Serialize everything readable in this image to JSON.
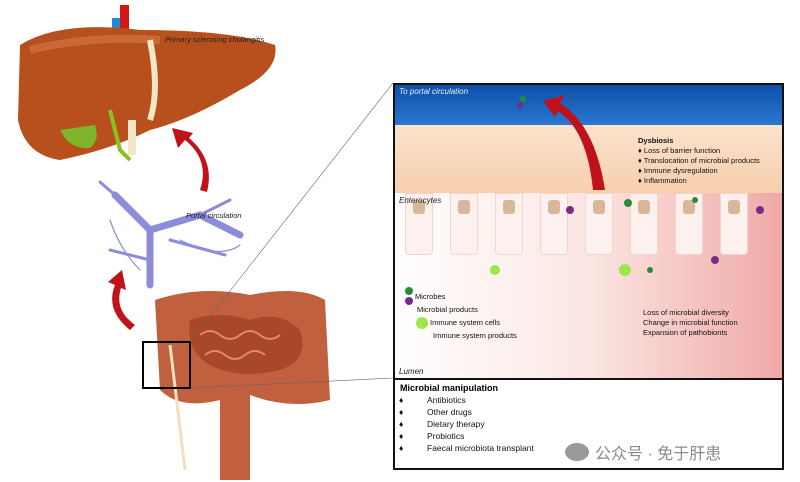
{
  "labels": {
    "psc": "Primary sclerosing cholangitis",
    "portal": "Portal circulation",
    "to_portal": "To portal circulation",
    "enterocytes": "Enterocytes",
    "lumen": "Lumen"
  },
  "dysbiosis": {
    "title": "Dysbiosis",
    "items": [
      "Loss of barrier function",
      "Translocation of microbial products",
      "Immune dysregulation",
      "Inflammation"
    ]
  },
  "legend": [
    "Microbes",
    "Microbial products",
    "Immune system cells",
    "Immune system products"
  ],
  "microbial_changes": [
    "Loss of microbial diversity",
    "Change in microbial function",
    "Expansion of pathobionts"
  ],
  "manipulation": {
    "title": "Microbial manipulation",
    "items": [
      "Antibiotics",
      "Other drugs",
      "Dietary therapy",
      "Probiotics",
      "Faecal microbiota transplant"
    ]
  },
  "watermark": "公众号 · 免于肝患",
  "colors": {
    "arrow": "#c0121a",
    "blue": "#0d4fa8",
    "liver": "#b8501e",
    "gut": "#c0603e"
  }
}
